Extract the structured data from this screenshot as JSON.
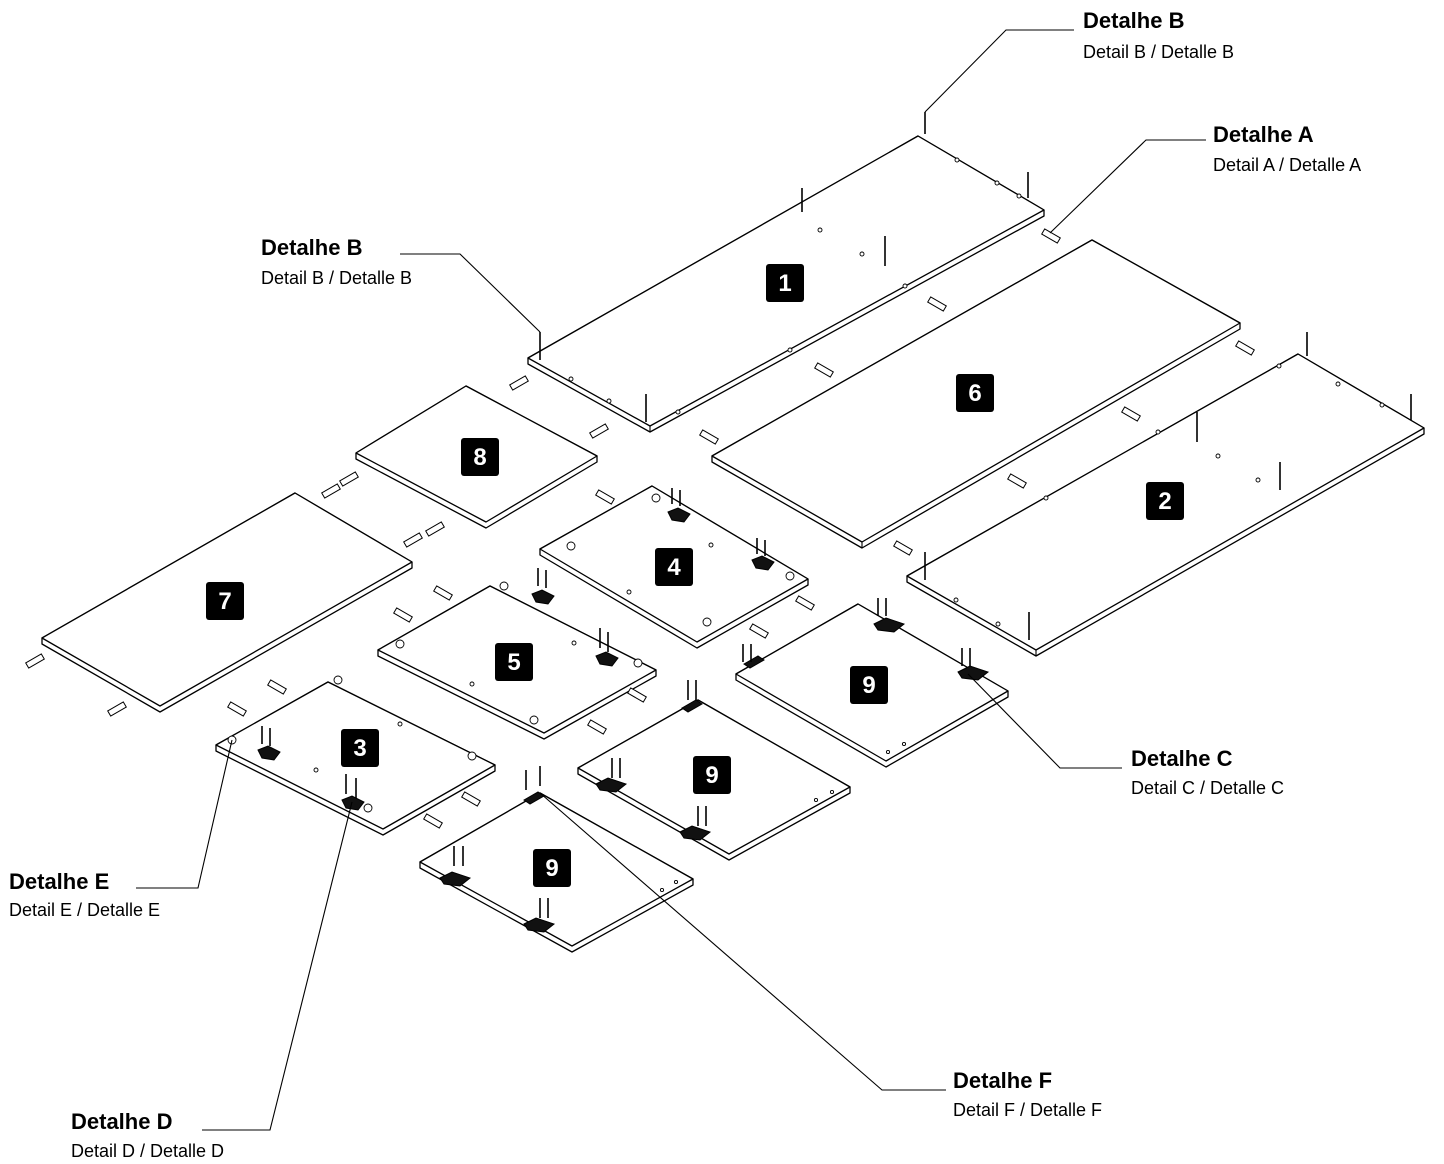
{
  "panels": [
    {
      "label": "1"
    },
    {
      "label": "6"
    },
    {
      "label": "2"
    },
    {
      "label": "8"
    },
    {
      "label": "7"
    },
    {
      "label": "4"
    },
    {
      "label": "5"
    },
    {
      "label": "3"
    },
    {
      "label": "9"
    },
    {
      "label": "9"
    },
    {
      "label": "9"
    }
  ],
  "callouts": {
    "b_top": {
      "title": "Detalhe B",
      "subtitle": "Detail B  /  Detalle B"
    },
    "a": {
      "title": "Detalhe A",
      "subtitle": "Detail A  /  Detalle A"
    },
    "b_left": {
      "title": "Detalhe B",
      "subtitle": "Detail B  /  Detalle B"
    },
    "c": {
      "title": "Detalhe C",
      "subtitle": "Detail C  /  Detalle C"
    },
    "e": {
      "title": "Detalhe E",
      "subtitle": "Detail E  /  Detalle E"
    },
    "d": {
      "title": "Detalhe D",
      "subtitle": "Detail D  /  Detalle D"
    },
    "f": {
      "title": "Detalhe F",
      "subtitle": "Detail F  /  Detalle F"
    }
  }
}
